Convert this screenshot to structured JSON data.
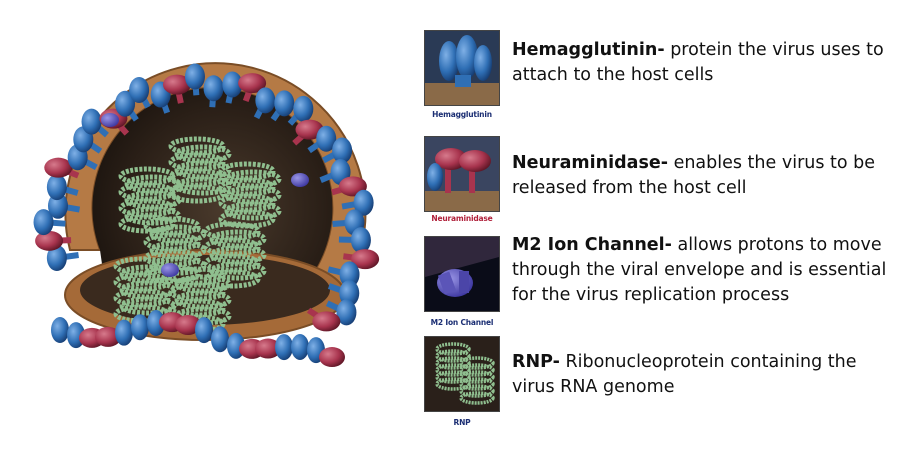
{
  "legend": [
    {
      "term": "Hemagglutinin-",
      "description": " protein the virus uses to attach to the host cells",
      "caption": "Hemagglutinin",
      "icon": "hemagglutinin-icon",
      "caption_color": "#1b2e73"
    },
    {
      "term": "Neuraminidase-",
      "description": " enables the virus to be released from the host cell",
      "caption": "Neuraminidase",
      "icon": "neuraminidase-icon",
      "caption_color": "#b0203a"
    },
    {
      "term": "M2 Ion Channel-",
      "description": " allows protons to move through the viral envelope and is essential for the virus replication process",
      "caption": "M2 Ion Channel",
      "icon": "m2-ion-channel-icon",
      "caption_color": "#1b2e73"
    },
    {
      "term": "RNP-",
      "description": " Ribonucleoprotein containing the virus RNA genome",
      "caption": "RNP",
      "icon": "rnp-icon",
      "caption_color": "#1b2e73"
    }
  ],
  "colors": {
    "hemagglutinin": "#2f6fb5",
    "neuraminidase": "#a8344e",
    "m2_channel": "#5b55b8",
    "rnp": "#8fbf8f",
    "envelope": "#b57a45"
  }
}
